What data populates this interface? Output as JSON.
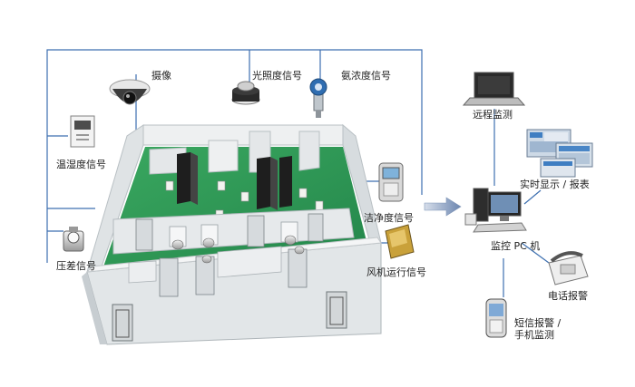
{
  "labels": {
    "camera": "摄像",
    "light": "光照度信号",
    "ammonia": "氨浓度信号",
    "temp_humidity": "温湿度信号",
    "cleanliness": "洁净度信号",
    "pressure": "压差信号",
    "fan": "风机运行信号",
    "remote": "远程监测",
    "realtime": "实时显示 / 报表",
    "pc": "监控 PC 机",
    "phone": "电话报警",
    "sms_line1": "短信报警 /",
    "sms_line2": "手机监测"
  },
  "colors": {
    "wire": "#3d6fb0",
    "floor": "#2f9a55",
    "wall": "#e9ecee",
    "wall_side": "#c9cfd3",
    "arrow": "#7f95b7"
  }
}
